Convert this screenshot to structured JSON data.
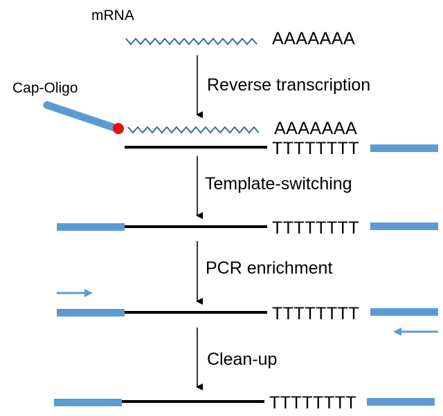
{
  "labels": {
    "mrna": "mRNA",
    "cap_oligo": "Cap-Oligo",
    "polyA_top": "AAAAAAA",
    "polyA_rt": "AAAAAAA",
    "polyT_1": "TTTTTTTT",
    "polyT_2": "TTTTTTTT",
    "polyT_3": "TTTTTTTT",
    "polyT_4": "TTTTTTTT"
  },
  "steps": [
    {
      "id": "reverse-transcription",
      "label": "Reverse transcription"
    },
    {
      "id": "template-switching",
      "label": "Template-switching"
    },
    {
      "id": "pcr-enrichment",
      "label": "PCR enrichment"
    },
    {
      "id": "clean-up",
      "label": "Clean-up"
    }
  ],
  "colors": {
    "mrna_wave": "#2e6e9a",
    "adapter_blue": "#5b9bd5",
    "cap_dot": "#ff0000",
    "cdna_black": "#000000",
    "arrow": "#000000"
  }
}
